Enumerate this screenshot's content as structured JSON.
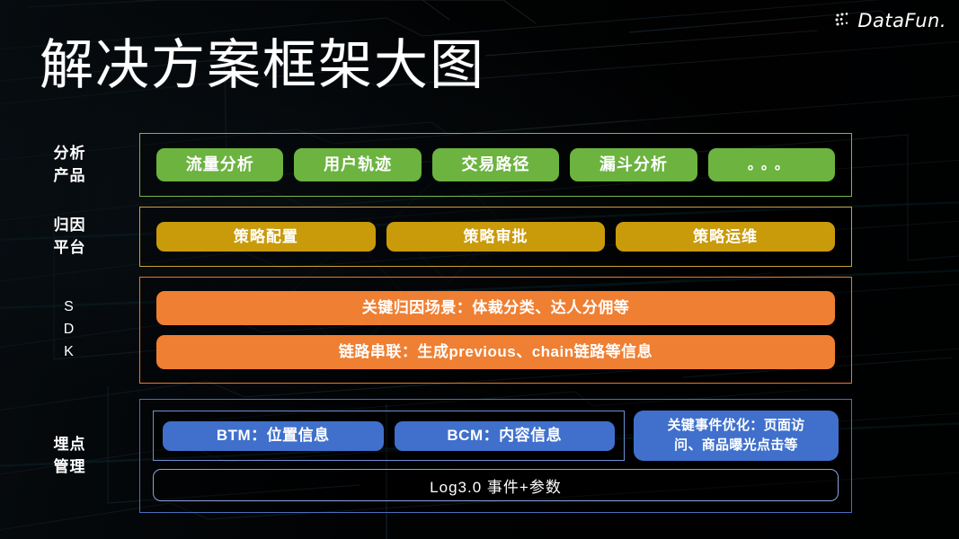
{
  "slide": {
    "title": "解决方案框架大图",
    "logo": {
      "wordmark": "DataFun.",
      "icon": "datafun-dots-icon"
    },
    "colors": {
      "background": "#030405",
      "green": "#6cb340",
      "green_border": "#7ab648",
      "gold": "#c99a0a",
      "gold_border": "#c9a13a",
      "orange": "#ef7f32",
      "orange_border": "#e87a2a",
      "blue": "#4070cc",
      "blue_border": "#4a6fbf",
      "blue_inner_border": "#6f8fd6",
      "text": "#ffffff"
    }
  },
  "bands": [
    {
      "label_lines": [
        "分析",
        "产品"
      ],
      "accent": "#7ab648",
      "items": [
        {
          "text": "流量分析"
        },
        {
          "text": "用户轨迹"
        },
        {
          "text": "交易路径"
        },
        {
          "text": "漏斗分析"
        },
        {
          "text": "。。。"
        }
      ]
    },
    {
      "label_lines": [
        "归因",
        "平台"
      ],
      "accent": "#c9a13a",
      "items": [
        {
          "text": "策略配置"
        },
        {
          "text": "策略审批"
        },
        {
          "text": "策略运维"
        }
      ]
    },
    {
      "label_lines": [
        "S",
        "D",
        "K"
      ],
      "accent": "#e87a2a",
      "items": [
        {
          "text": "关键归因场景：体裁分类、达人分佣等"
        },
        {
          "text": "链路串联：生成previous、chain链路等信息"
        }
      ]
    },
    {
      "label_lines": [
        "埋点",
        "管理"
      ],
      "accent": "#4a6fbf",
      "items": [
        {
          "text": "BTM：位置信息"
        },
        {
          "text": "BCM：内容信息"
        }
      ],
      "side_card_lines": [
        "关键事件优化：页面访",
        "问、商品曝光点击等"
      ],
      "footer": "Log3.0 事件+参数"
    }
  ]
}
